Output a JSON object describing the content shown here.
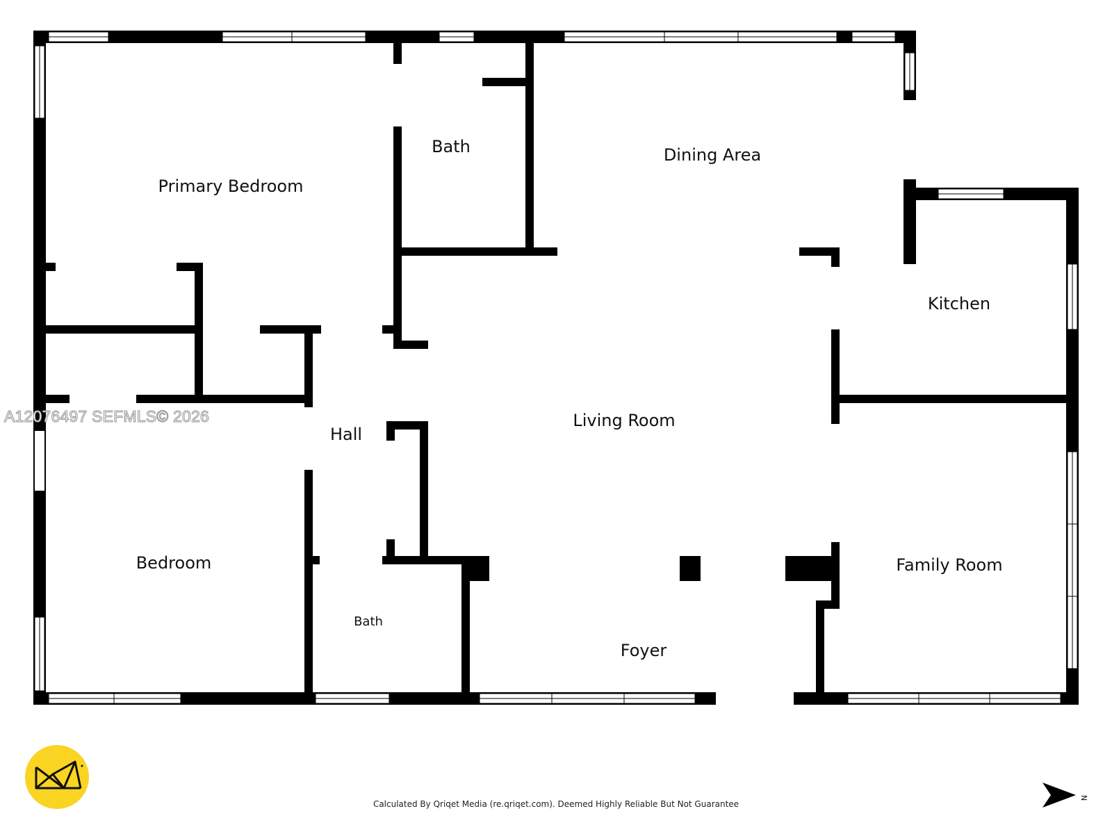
{
  "rooms": {
    "primary_bedroom": "Primary Bedroom",
    "bath_top": "Bath",
    "dining_area": "Dining Area",
    "kitchen": "Kitchen",
    "hall": "Hall",
    "living_room": "Living Room",
    "bedroom": "Bedroom",
    "bath_bottom": "Bath",
    "foyer": "Foyer",
    "family_room": "Family Room"
  },
  "watermark": "A12076497  SEFMLS© 2026",
  "disclaimer": "Calculated By Qriqet Media (re.qriqet.com). Deemed Highly Reliable But Not Guarantee",
  "compass": {
    "label": "N",
    "icon": "north-arrow-icon"
  },
  "logo": {
    "icon": "qriqet-logo-icon",
    "color": "#f9d423"
  },
  "colors": {
    "wall": "#000000",
    "window": "#ffffff",
    "background": "#ffffff"
  }
}
